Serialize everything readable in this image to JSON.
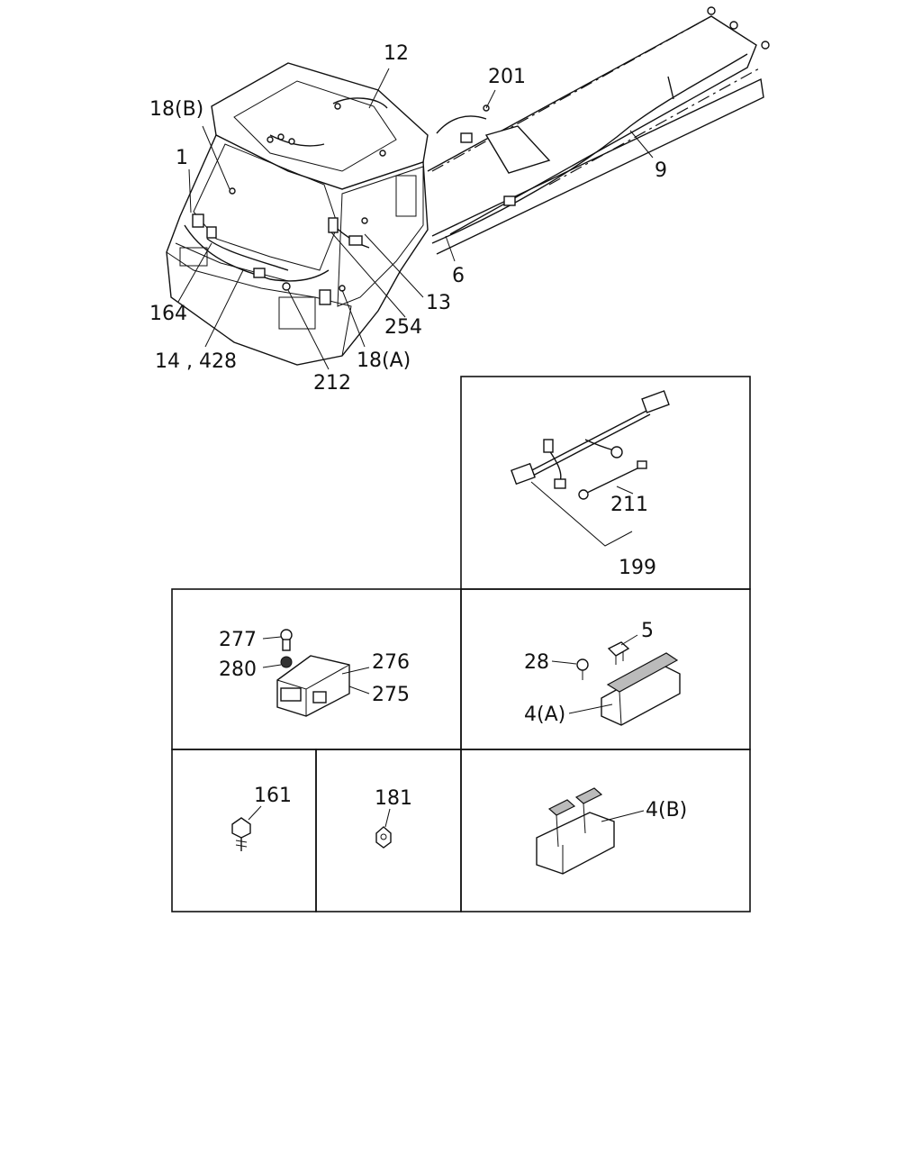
{
  "labels": {
    "l1": "1",
    "l12": "12",
    "l18b": "18(B)",
    "l201": "201",
    "l9": "9",
    "l6": "6",
    "l13": "13",
    "l254": "254",
    "l18a": "18(A)",
    "l212": "212",
    "l14_428": "14 , 428",
    "l164": "164",
    "l211": "211",
    "l199": "199",
    "l277": "277",
    "l280": "280",
    "l276": "276",
    "l275": "275",
    "l5": "5",
    "l28": "28",
    "l4a": "4(A)",
    "l161": "161",
    "l181": "181",
    "l4b": "4(B)"
  }
}
